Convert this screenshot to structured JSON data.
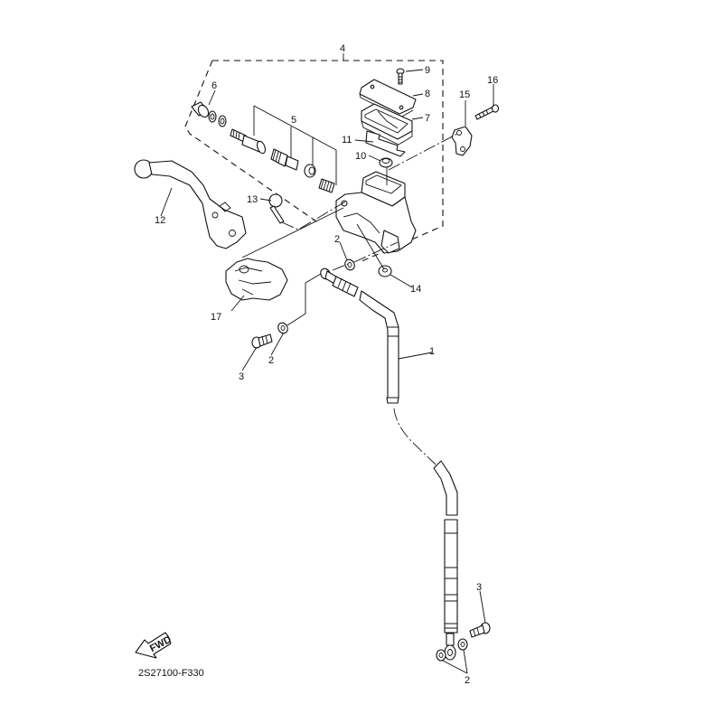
{
  "diagram": {
    "title_code": "2S27100-F330",
    "fwd_label": "FWD",
    "callouts": [
      {
        "id": "c1",
        "label": "1",
        "part": "brake-hose"
      },
      {
        "id": "c2a",
        "label": "2",
        "part": "gasket-upper"
      },
      {
        "id": "c2b",
        "label": "2",
        "part": "gasket-caliper"
      },
      {
        "id": "c2c",
        "label": "2",
        "part": "gasket-lower"
      },
      {
        "id": "c3a",
        "label": "3",
        "part": "union-bolt-upper"
      },
      {
        "id": "c3b",
        "label": "3",
        "part": "union-bolt-lower"
      },
      {
        "id": "c4",
        "label": "4",
        "part": "master-cylinder-assembly"
      },
      {
        "id": "c5",
        "label": "5",
        "part": "master-cylinder-kit"
      },
      {
        "id": "c6",
        "label": "6",
        "part": "boot"
      },
      {
        "id": "c7",
        "label": "7",
        "part": "reservoir-diaphragm-holder"
      },
      {
        "id": "c8",
        "label": "8",
        "part": "master-cylinder-cap"
      },
      {
        "id": "c9",
        "label": "9",
        "part": "cap-screw"
      },
      {
        "id": "c10",
        "label": "10",
        "part": "protector"
      },
      {
        "id": "c11",
        "label": "11",
        "part": "diaphragm"
      },
      {
        "id": "c12",
        "label": "12",
        "part": "brake-lever"
      },
      {
        "id": "c13",
        "label": "13",
        "part": "lever-bolt"
      },
      {
        "id": "c14",
        "label": "14",
        "part": "nut"
      },
      {
        "id": "c15",
        "label": "15",
        "part": "master-cylinder-bracket"
      },
      {
        "id": "c16",
        "label": "16",
        "part": "bracket-bolt"
      },
      {
        "id": "c17",
        "label": "17",
        "part": "lever-guard"
      }
    ]
  }
}
